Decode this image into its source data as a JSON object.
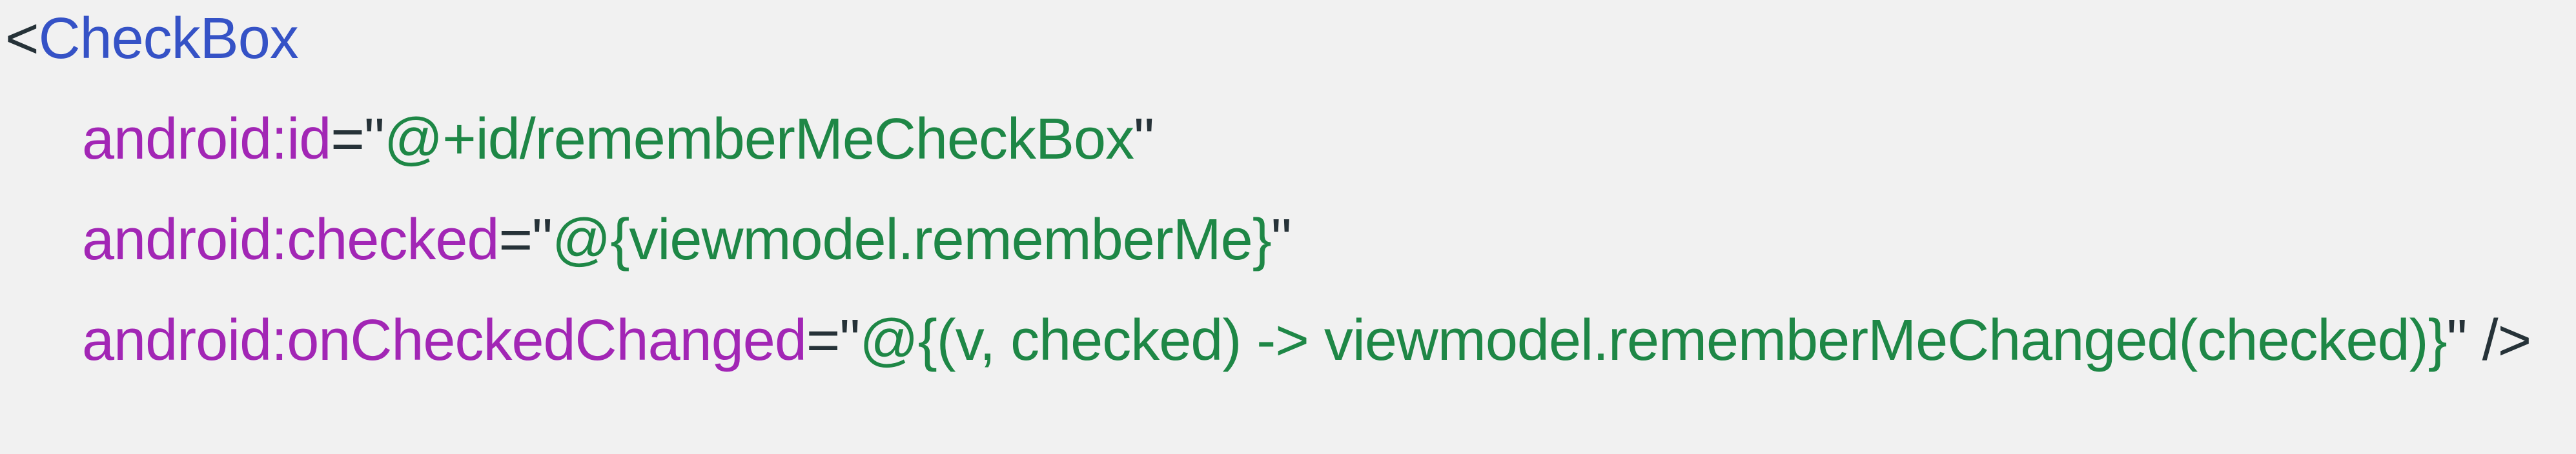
{
  "page": {
    "background": "#f1f1f1"
  },
  "code_block": {
    "language": "xml-android-databinding",
    "colors": {
      "punctuation": "#263238",
      "tag": "#3552c6",
      "attribute": "#a226b5",
      "value": "#1e8746"
    },
    "lines": [
      {
        "indent": 0,
        "tokens": [
          {
            "type": "punctuation",
            "text": "<"
          },
          {
            "type": "tag",
            "text": "CheckBox"
          }
        ]
      },
      {
        "indent": 1,
        "tokens": [
          {
            "type": "attribute",
            "text": "android:id"
          },
          {
            "type": "punctuation",
            "text": "=\""
          },
          {
            "type": "value",
            "text": "@+id/rememberMeCheckBox"
          },
          {
            "type": "punctuation",
            "text": "\""
          }
        ]
      },
      {
        "indent": 1,
        "tokens": [
          {
            "type": "attribute",
            "text": "android:checked"
          },
          {
            "type": "punctuation",
            "text": "=\""
          },
          {
            "type": "value",
            "text": "@{viewmodel.rememberMe}"
          },
          {
            "type": "punctuation",
            "text": "\""
          }
        ]
      },
      {
        "indent": 1,
        "tokens": [
          {
            "type": "attribute",
            "text": "android:onCheckedChanged"
          },
          {
            "type": "punctuation",
            "text": "=\""
          },
          {
            "type": "value",
            "text": "@{(v, checked) -> viewmodel.rememberMeChanged(checked)}"
          },
          {
            "type": "punctuation",
            "text": "\" />"
          }
        ]
      }
    ]
  }
}
